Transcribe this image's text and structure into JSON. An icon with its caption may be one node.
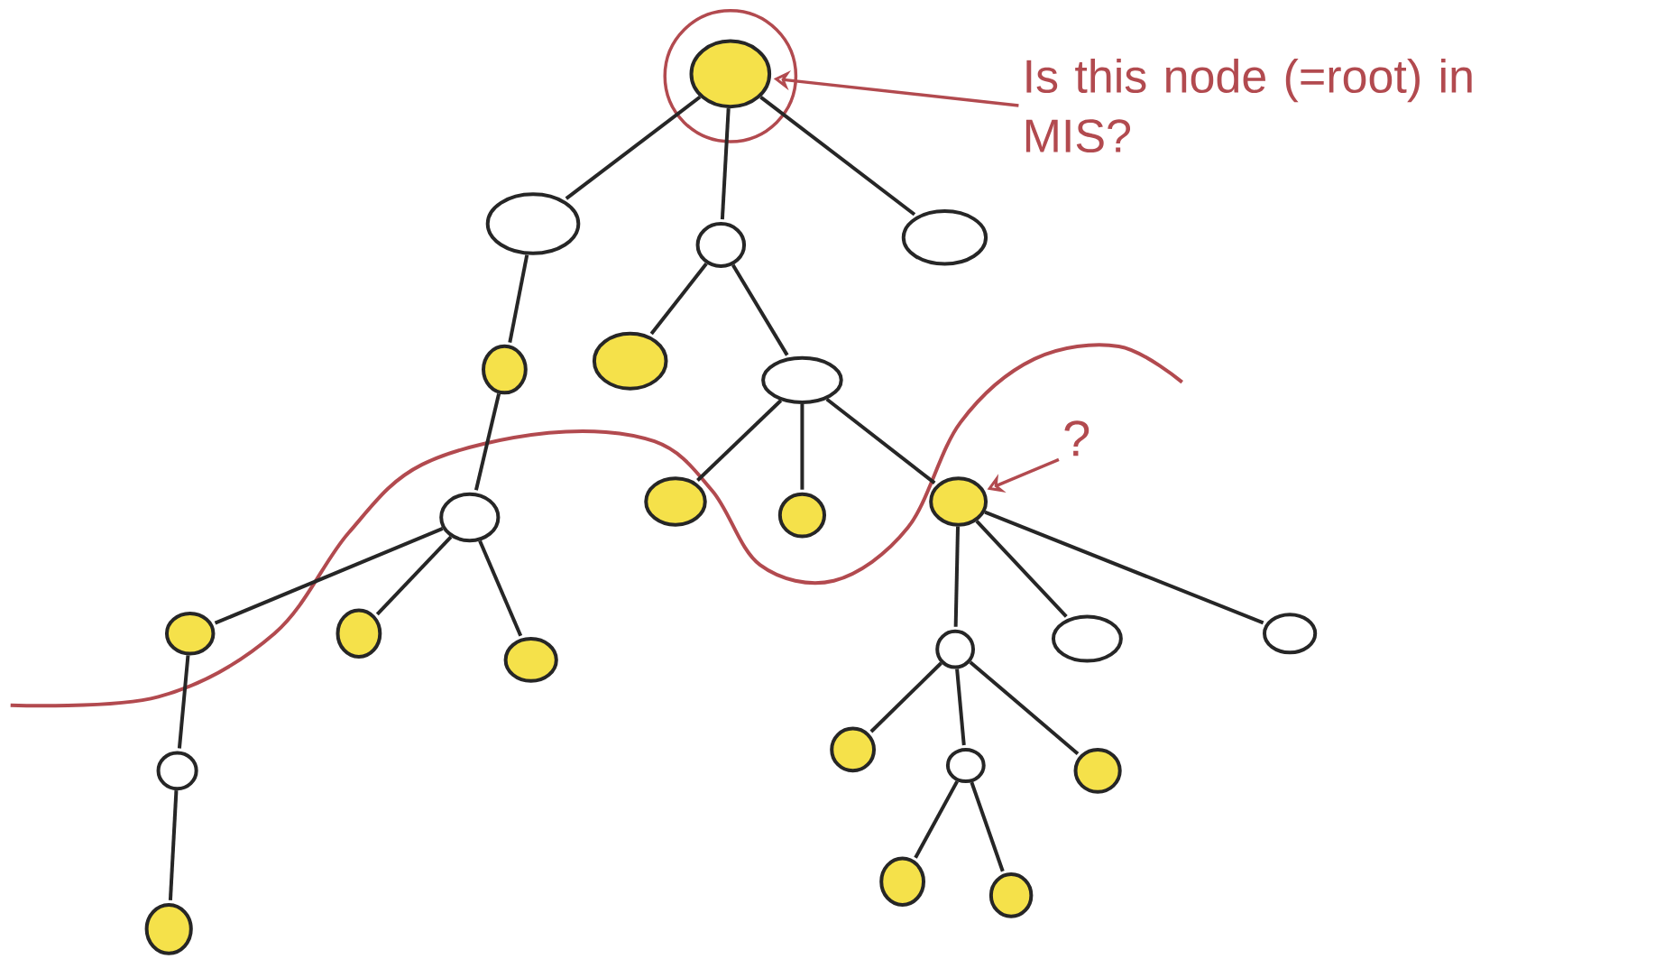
{
  "diagram": {
    "nodes": [
      {
        "text": [],
        "shape": "circle"
      },
      {
        "text": [],
        "shape": "circle"
      },
      {
        "text": [],
        "shape": "circle"
      },
      {
        "text": [],
        "shape": "circle"
      },
      {
        "text": [],
        "shape": "circle"
      },
      {
        "text": [],
        "shape": "circle"
      },
      {
        "text": [],
        "shape": "circle"
      },
      {
        "text": [],
        "shape": "circle"
      },
      {
        "text": [],
        "shape": "circle"
      },
      {
        "text": [],
        "shape": "circle"
      },
      {
        "text": [],
        "shape": "circle"
      },
      {
        "text": [],
        "shape": "circle"
      },
      {
        "text": [],
        "shape": "circle"
      },
      {
        "text": [],
        "shape": "circle"
      },
      {
        "text": [],
        "shape": "circle"
      },
      {
        "text": [],
        "shape": "circle"
      },
      {
        "text": [],
        "shape": "circle"
      },
      {
        "text": [],
        "shape": "circle"
      },
      {
        "text": [],
        "shape": "circle"
      },
      {
        "text": [],
        "shape": "circle"
      },
      {
        "text": [],
        "shape": "circle"
      },
      {
        "text": [],
        "shape": "circle"
      },
      {
        "text": [],
        "shape": "circle"
      },
      {
        "text": [],
        "shape": "circle"
      },
      {
        "text": [
          "Is this node (=root) in MIS?"
        ]
      },
      {
        "text": [
          "?"
        ]
      }
    ],
    "edges": [
      {
        "from": 0,
        "to": 1,
        "arrow": "none"
      },
      {
        "from": 0,
        "to": 2,
        "arrow": "none"
      },
      {
        "from": 0,
        "to": 3,
        "arrow": "none"
      },
      {
        "from": 1,
        "to": 4,
        "arrow": "none"
      },
      {
        "from": 2,
        "to": 5,
        "arrow": "none"
      },
      {
        "from": 2,
        "to": 6,
        "arrow": "none"
      },
      {
        "from": 4,
        "to": 7,
        "arrow": "none"
      },
      {
        "from": 6,
        "to": 8,
        "arrow": "none"
      },
      {
        "from": 6,
        "to": 9,
        "arrow": "none"
      },
      {
        "from": 6,
        "to": 10,
        "arrow": "none"
      },
      {
        "from": 7,
        "to": 11,
        "arrow": "none"
      },
      {
        "from": 7,
        "to": 12,
        "arrow": "none"
      },
      {
        "from": 7,
        "to": 13,
        "arrow": "none"
      },
      {
        "from": 10,
        "to": 14,
        "arrow": "none"
      },
      {
        "from": 10,
        "to": 15,
        "arrow": "none"
      },
      {
        "from": 10,
        "to": 16,
        "arrow": "none"
      },
      {
        "from": 11,
        "to": 17,
        "arrow": "none"
      },
      {
        "from": 17,
        "to": 18,
        "arrow": "none"
      },
      {
        "from": 14,
        "to": 19,
        "arrow": "none"
      },
      {
        "from": 14,
        "to": 20,
        "arrow": "none"
      },
      {
        "from": 14,
        "to": 21,
        "arrow": "none"
      },
      {
        "from": 20,
        "to": 22,
        "arrow": "none"
      },
      {
        "from": 20,
        "to": 23,
        "arrow": "none"
      },
      {
        "from": 24,
        "to": 0,
        "arrow": "to",
        "color": "#b24a4f"
      },
      {
        "from": 25,
        "to": 10,
        "arrow": "to",
        "color": "#b24a4f"
      }
    ]
  }
}
